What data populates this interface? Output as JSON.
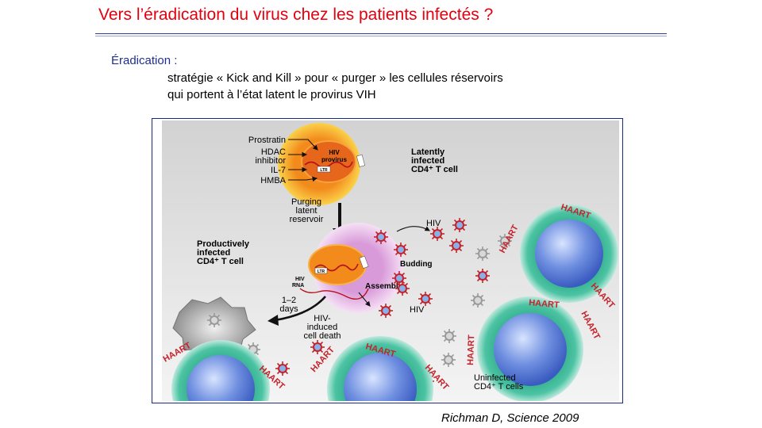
{
  "slide": {
    "title": "Vers l’éradication du virus chez les patients infectés ?",
    "subhead": "Éradication :",
    "bullet1": "stratégie « Kick and Kill » pour « purger » les cellules réservoirs",
    "bullet2": "qui portent à l’état latent le provirus VIH",
    "citation": "Richman D, Science 2009"
  },
  "figure": {
    "agents": [
      "Prostratin",
      "HDAC",
      "inhibitor",
      "IL-7",
      "HMBA"
    ],
    "latent_cell": {
      "label": [
        "Latently",
        "infected",
        "CD4⁺ T cell"
      ],
      "nucleus_label": [
        "HIV",
        "provirus"
      ],
      "ltr": "LTR"
    },
    "purging": [
      "Purging",
      "latent",
      "reservoir"
    ],
    "productive_cell": {
      "label": [
        "Productively",
        "infected",
        "CD4⁺ T cell"
      ],
      "ltr": "LTR",
      "rna": [
        "HIV",
        "RNA"
      ]
    },
    "budding": "Budding",
    "assembly": "Assembly",
    "hiv_label_top": "HIV",
    "hiv_label_bottom": "HIV",
    "days": [
      "1–2",
      "days"
    ],
    "death": [
      "HIV-",
      "induced",
      "cell death"
    ],
    "haart": "HAART",
    "uninfected": [
      "Uninfected",
      "CD4⁺ T cells"
    ],
    "colors": {
      "title": "#e3000f",
      "subhead": "#1f2f8f",
      "frame": "#1a2a80",
      "latent_cell": "#f6a21e",
      "productive_cell": "#e6b8e6",
      "uninfected_cell": "#3fb89a",
      "haart": "#c4232b"
    }
  }
}
